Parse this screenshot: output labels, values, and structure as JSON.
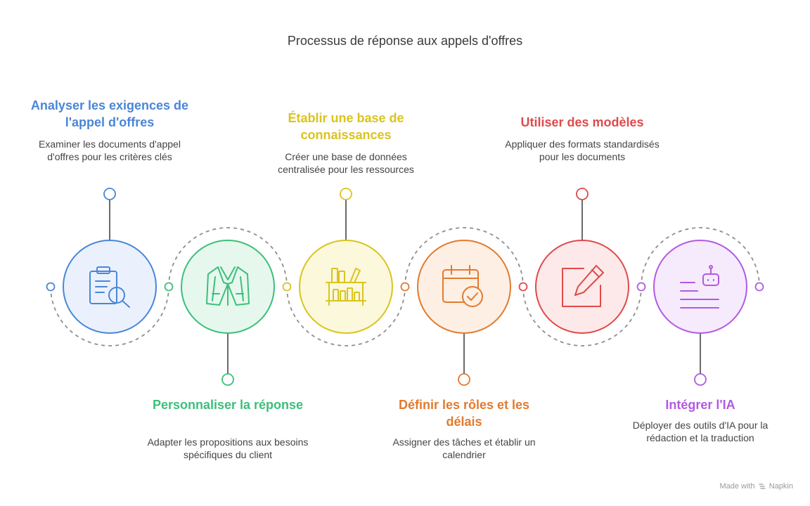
{
  "title": "Processus de réponse aux appels d'offres",
  "steps": [
    {
      "heading": "Analyser les exigences de l'appel d'offres",
      "description": "Examiner les documents d'appel d'offres pour les critères clés",
      "icon": "clipboard-search-icon",
      "color": "#4a86d8",
      "fill": "#eaf1fc"
    },
    {
      "heading": "Personnaliser la réponse",
      "description": "Adapter les propositions aux besoins spécifiques du client",
      "icon": "suit-jacket-icon",
      "color": "#3cbf7a",
      "fill": "#e6f8ee"
    },
    {
      "heading": "Établir une base de connaissances",
      "description": "Créer une base de données centralisée pour les ressources",
      "icon": "bookshelf-icon",
      "color": "#d9c41e",
      "fill": "#fbf8dc"
    },
    {
      "heading": "Définir les rôles et les délais",
      "description": "Assigner des tâches et établir un calendrier",
      "icon": "calendar-check-icon",
      "color": "#e27a2e",
      "fill": "#fdefe4"
    },
    {
      "heading": "Utiliser des modèles",
      "description": "Appliquer des formats standardisés pour les documents",
      "icon": "edit-pencil-icon",
      "color": "#e04a4a",
      "fill": "#fde9e9"
    },
    {
      "heading": "Intégrer l'IA",
      "description": "Déployer des outils d'IA pour la rédaction et la traduction",
      "icon": "robot-text-icon",
      "color": "#b25ae0",
      "fill": "#f6eafd"
    }
  ],
  "footer": {
    "made_with": "Made with",
    "brand": "Napkin"
  }
}
